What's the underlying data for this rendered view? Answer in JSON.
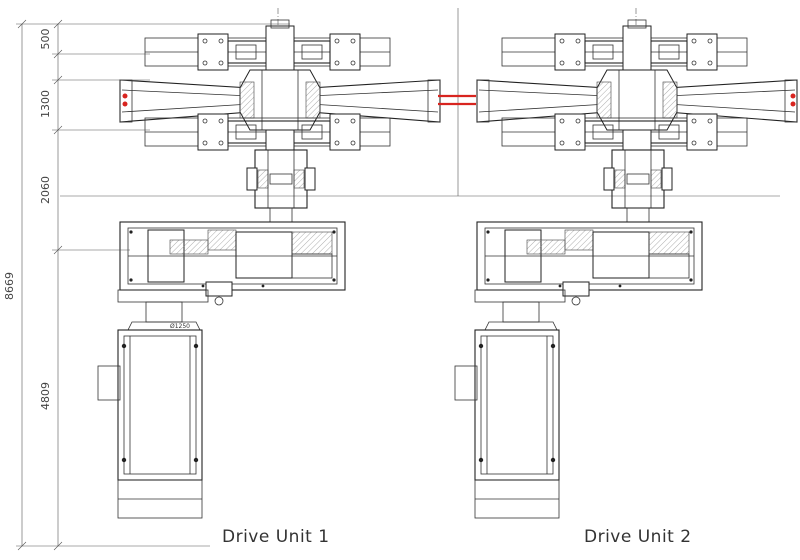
{
  "dimensions": {
    "d500": "500",
    "d1300": "1300",
    "d2060": "2060",
    "d4809": "4809",
    "d8669": "8669"
  },
  "units": [
    {
      "label": "Drive Unit 1",
      "diameter_note": "Ø1250"
    },
    {
      "label": "Drive Unit 2"
    }
  ],
  "colors": {
    "line": "#222222",
    "hatch": "#8a8a8a",
    "coupling": "#d8241f"
  }
}
